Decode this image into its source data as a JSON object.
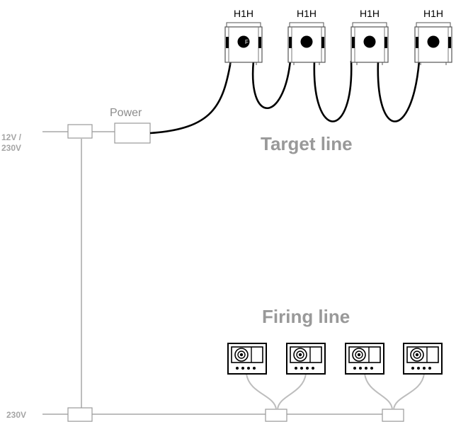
{
  "target_units": [
    {
      "label": "H1H"
    },
    {
      "label": "H1H"
    },
    {
      "label": "H1H"
    },
    {
      "label": "H1H"
    }
  ],
  "firing_units_count": 4,
  "labels": {
    "power": "Power",
    "target_line": "Target line",
    "firing_line": "Firing line",
    "supply_top_line1": "12V /",
    "supply_top_line2": "230V",
    "supply_bottom": "230V"
  },
  "colors": {
    "black_cable": "#000000",
    "grey_wiring": "#bdbdbd",
    "label_grey": "#999999"
  }
}
